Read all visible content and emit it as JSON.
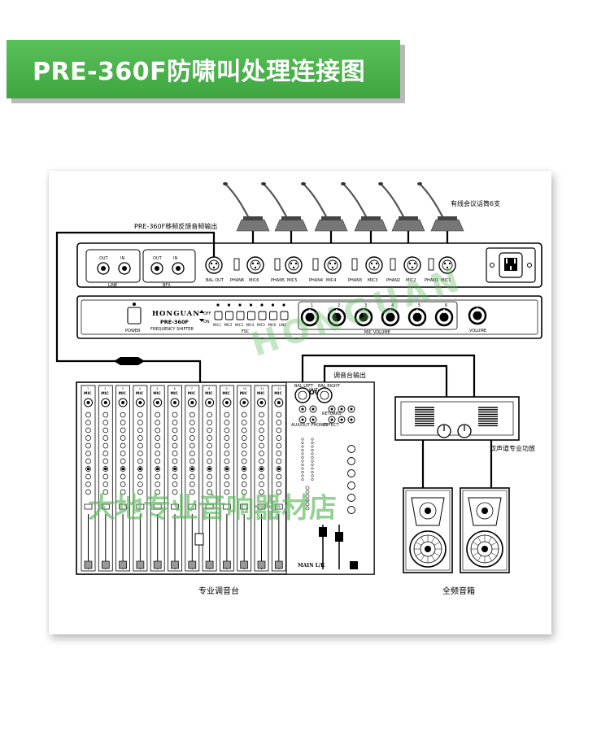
{
  "banner": {
    "title": "PRE-360F防啸叫处理连接图"
  },
  "labels": {
    "feedback_output": "PRE-360F移频反馈音频输出",
    "wired_mics": "有线会议话筒6支",
    "mixer_output": "调音台输出",
    "amplifier": "双声道专业功放",
    "mixer": "专业调音台",
    "speakers": "全频音箱"
  },
  "back_panel": {
    "line_out": "OUT",
    "line_in": "IN",
    "line_group": "LINE",
    "bfx_out": "OUT",
    "bfx_in": "IN",
    "bfx_group": "BFX",
    "bal_out": "BAL OUT",
    "jacks": [
      "PHAN6",
      "MIC6",
      "PHAN5",
      "MIC5",
      "PHAN4",
      "MIC4",
      "PHAN3",
      "MIC3",
      "PHAN2",
      "MIC2",
      "PHAN1",
      "MIC1"
    ]
  },
  "front_panel": {
    "brand": "HONGUAN",
    "model": "PRE-360F",
    "subtitle": "FREQUENCY SHIFTER",
    "power": "POWER",
    "off": "OFF",
    "on": "ON",
    "fsc": "FSC",
    "channels": [
      "MIC1",
      "MIC2",
      "MIC3",
      "MIC4",
      "MIC5",
      "MIC6",
      "LINE"
    ],
    "knobs": [
      "1",
      "2",
      "3",
      "4",
      "5",
      "6"
    ],
    "mic_volume": "MIC VOLUME",
    "volume": "VOLUME"
  },
  "mixer_panel": {
    "mic": "MIC",
    "out": "OUT",
    "bal_left": "BAL LEFT",
    "bal_right": "BAL RIGHT",
    "returns": "RETURNS",
    "aux_out": "AUX/OUT PHONES",
    "effect": "EFFECT",
    "main": "MAIN L/R"
  },
  "watermark": {
    "store": "大地专业音响器材店",
    "brand": "HONGUAN"
  }
}
